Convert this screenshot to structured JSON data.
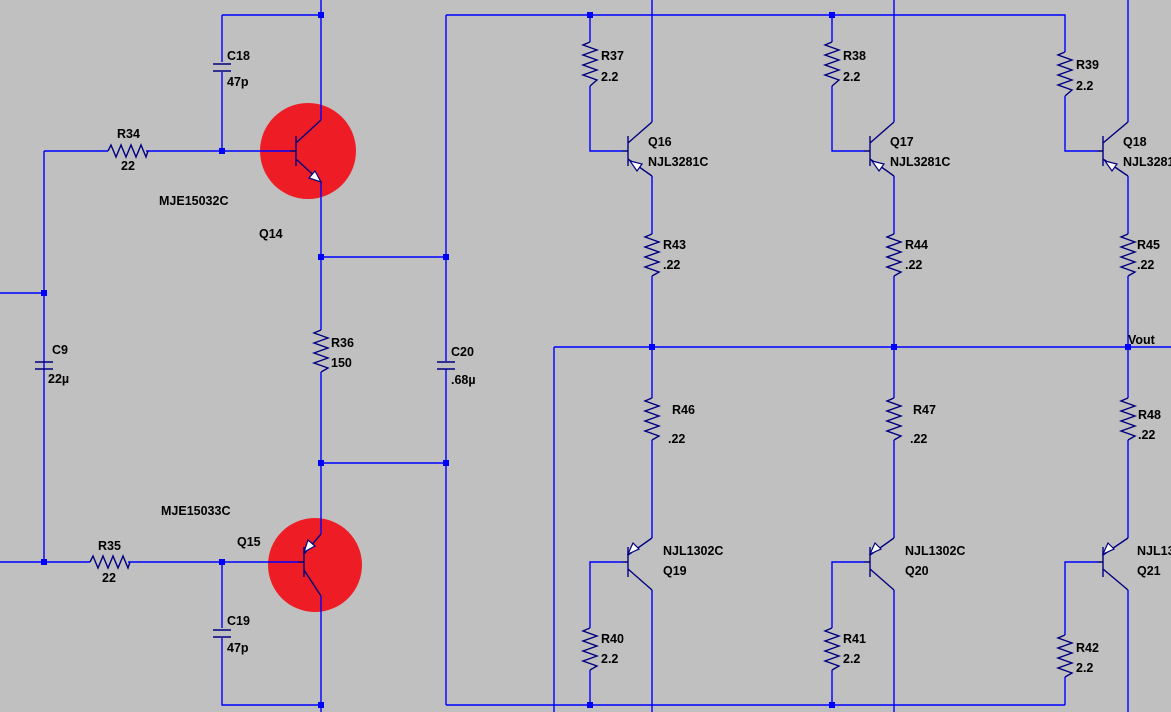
{
  "schematic": {
    "net_labels": {
      "vout": "Vout"
    },
    "highlight_color": "#ee1c25",
    "wire_color": "#0000ff",
    "background_color": "#c0c0c0",
    "components": {
      "R34": {
        "ref": "R34",
        "value": "22"
      },
      "R35": {
        "ref": "R35",
        "value": "22"
      },
      "R36": {
        "ref": "R36",
        "value": "150"
      },
      "R37": {
        "ref": "R37",
        "value": "2.2"
      },
      "R38": {
        "ref": "R38",
        "value": "2.2"
      },
      "R39": {
        "ref": "R39",
        "value": "2.2"
      },
      "R40": {
        "ref": "R40",
        "value": "2.2"
      },
      "R41": {
        "ref": "R41",
        "value": "2.2"
      },
      "R42": {
        "ref": "R42",
        "value": "2.2"
      },
      "R43": {
        "ref": "R43",
        "value": ".22"
      },
      "R44": {
        "ref": "R44",
        "value": ".22"
      },
      "R45": {
        "ref": "R45",
        "value": ".22"
      },
      "R46": {
        "ref": "R46",
        "value": ".22"
      },
      "R47": {
        "ref": "R47",
        "value": ".22"
      },
      "R48": {
        "ref": "R48",
        "value": ".22"
      },
      "C9": {
        "ref": "C9",
        "value": "22µ"
      },
      "C18": {
        "ref": "C18",
        "value": "47p"
      },
      "C19": {
        "ref": "C19",
        "value": "47p"
      },
      "C20": {
        "ref": "C20",
        "value": ".68µ"
      },
      "Q14": {
        "ref": "Q14",
        "part": "MJE15032C"
      },
      "Q15": {
        "ref": "Q15",
        "part": "MJE15033C"
      },
      "Q16": {
        "ref": "Q16",
        "part": "NJL3281C"
      },
      "Q17": {
        "ref": "Q17",
        "part": "NJL3281C"
      },
      "Q18": {
        "ref": "Q18",
        "part": "NJL3281"
      },
      "Q19": {
        "ref": "Q19",
        "part": "NJL1302C"
      },
      "Q20": {
        "ref": "Q20",
        "part": "NJL1302C"
      },
      "Q21": {
        "ref": "Q21",
        "part": "NJL13"
      }
    }
  }
}
